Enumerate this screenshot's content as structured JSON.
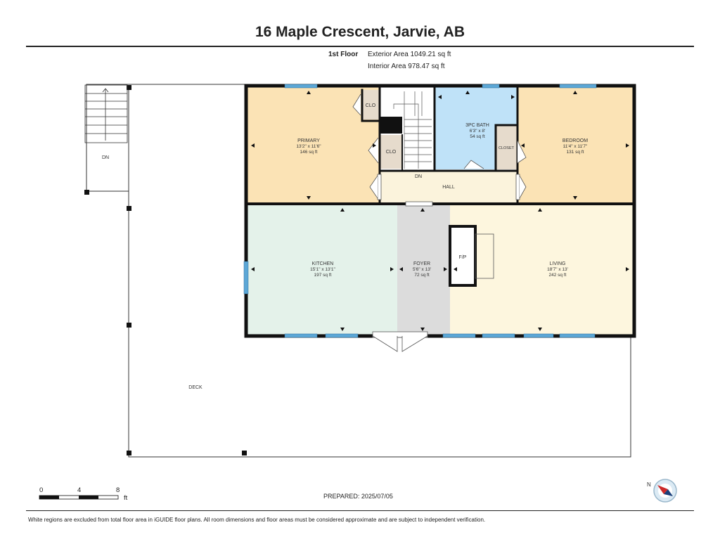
{
  "header": {
    "title": "16 Maple Crescent, Jarvie, AB",
    "floor": "1st Floor",
    "exterior_area": "Exterior Area 1049.21 sq ft",
    "interior_area": "Interior Area 978.47 sq ft"
  },
  "rooms": {
    "primary": {
      "name": "PRIMARY",
      "dims": "13'2\" x 11'6\"",
      "area": "146 sq ft"
    },
    "bath": {
      "name": "3PC BATH",
      "dims": "6'3\" x 8'",
      "area": "54 sq ft"
    },
    "bedroom": {
      "name": "BEDROOM",
      "dims": "11'4\" x 11'7\"",
      "area": "131 sq ft"
    },
    "kitchen": {
      "name": "KITCHEN",
      "dims": "15'1\" x 13'1\"",
      "area": "197 sq ft"
    },
    "foyer": {
      "name": "FOYER",
      "dims": "5'6\" x 13'",
      "area": "72 sq ft"
    },
    "living": {
      "name": "LIVING",
      "dims": "18'7\" x 13'",
      "area": "242 sq ft"
    },
    "hall": {
      "name": "HALL"
    },
    "deck": {
      "name": "DECK"
    },
    "clo1": {
      "name": "CLO"
    },
    "clo2": {
      "name": "CLO"
    },
    "closet": {
      "name": "CLOSET"
    },
    "fireplace": {
      "name": "F/P"
    },
    "stairs_down_outer": {
      "name": "DN"
    },
    "stairs_down_inner": {
      "name": "DN"
    }
  },
  "scale": {
    "ticks": [
      "0",
      "4",
      "8"
    ],
    "unit": "ft"
  },
  "footer": {
    "prepared": "PREPARED: 2025/07/05",
    "disclaimer": "White regions are excluded from total floor area in iGUIDE floor plans. All room dimensions and floor areas must be considered approximate and are subject to independent verification."
  },
  "compass": {
    "label": "N"
  },
  "colors": {
    "primary": "#fbe3b5",
    "bath": "#bfe2f8",
    "bedroom": "#fbe3b5",
    "kitchen": "#e4f2ea",
    "foyer": "#dcdcdc",
    "living": "#fdf6de",
    "hall": "#fbf3dc",
    "closet": "#e6dbcc",
    "window": "#5ca7d6",
    "wall": "#111111"
  }
}
